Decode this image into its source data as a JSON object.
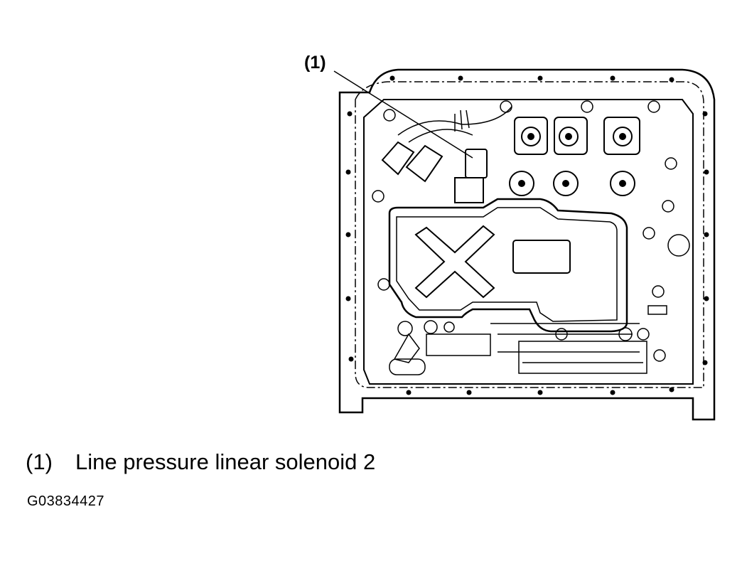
{
  "diagram": {
    "callout_label": "(1)",
    "legend": [
      {
        "number": "(1)",
        "description": "Line pressure linear solenoid 2"
      }
    ],
    "figure_id": "G03834427"
  }
}
